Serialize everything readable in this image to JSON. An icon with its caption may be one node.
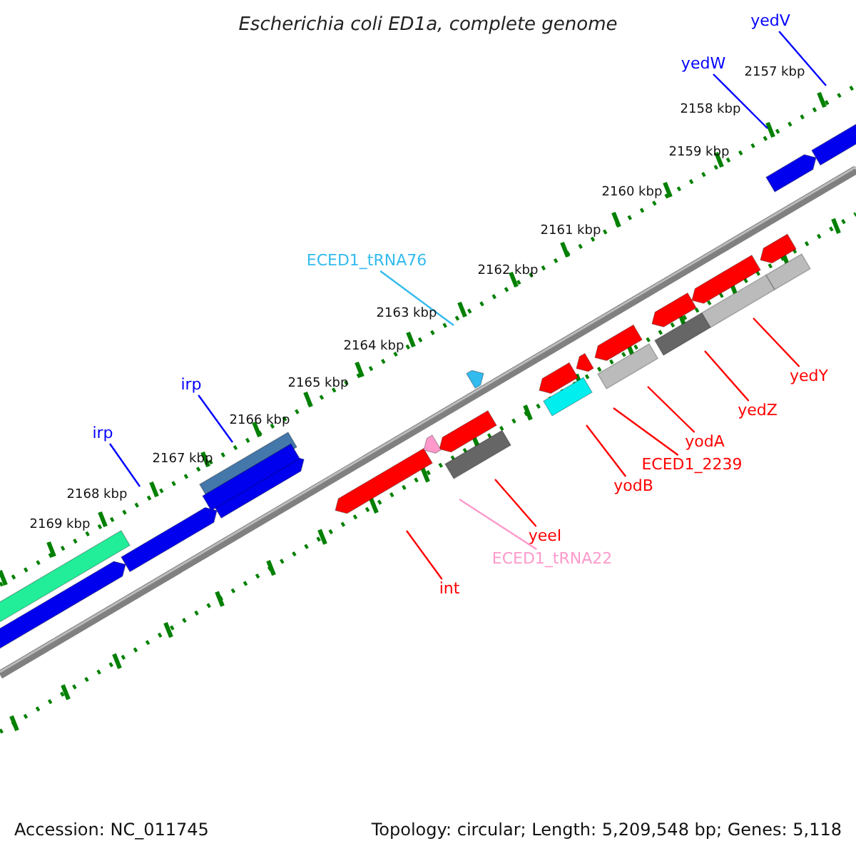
{
  "diagram": {
    "title": "Escherichia coli ED1a, complete genome",
    "nodes": [
      {
        "text": [
          "yedV"
        ]
      },
      {
        "text": [
          "yedW"
        ]
      },
      {
        "text": [
          "ECED1_tRNA76"
        ]
      },
      {
        "text": [
          "yedY"
        ]
      },
      {
        "text": [
          "irp"
        ]
      },
      {
        "text": [
          "yedZ"
        ]
      },
      {
        "text": [
          "irp"
        ]
      },
      {
        "text": [
          "yodA"
        ]
      },
      {
        "text": [
          "ECED1_2239"
        ]
      },
      {
        "text": [
          "yodB"
        ]
      },
      {
        "text": [
          "yeeI"
        ]
      },
      {
        "text": [
          "ECED1_tRNA22"
        ]
      },
      {
        "text": [
          "int"
        ]
      }
    ],
    "edges": [
      {
        "from": 0,
        "to": null,
        "arrow": "none",
        "color": "#0000ff"
      },
      {
        "from": 1,
        "to": null,
        "arrow": "none",
        "color": "#0000ff"
      },
      {
        "from": 2,
        "to": null,
        "arrow": "none",
        "color": "#33bbee"
      },
      {
        "from": 3,
        "to": null,
        "arrow": "none"
      },
      {
        "from": 4,
        "to": null,
        "arrow": "none",
        "color": "#0000ff"
      },
      {
        "from": 5,
        "to": null,
        "arrow": "none"
      },
      {
        "from": 6,
        "to": null,
        "arrow": "none",
        "color": "#0000ff"
      },
      {
        "from": 7,
        "to": null,
        "arrow": "none"
      },
      {
        "from": 8,
        "to": null,
        "arrow": "none"
      },
      {
        "from": 9,
        "to": null,
        "arrow": "none"
      },
      {
        "from": 10,
        "to": null,
        "arrow": "none"
      },
      {
        "from": 11,
        "to": null,
        "arrow": "none",
        "color": "#ff99cc"
      },
      {
        "from": 12,
        "to": null,
        "arrow": "none"
      }
    ],
    "labels": [
      "2157 kbp",
      "2158 kbp",
      "2159 kbp",
      "2160 kbp",
      "2161 kbp",
      "2162 kbp",
      "2163 kbp",
      "2164 kbp",
      "2165 kbp",
      "2166 kbp",
      "2167 kbp",
      "2168 kbp",
      "2169 kbp",
      "Accession: NC_011745",
      "Topology: circular; Length: 5,209,548 bp; Genes: 5,118"
    ]
  }
}
